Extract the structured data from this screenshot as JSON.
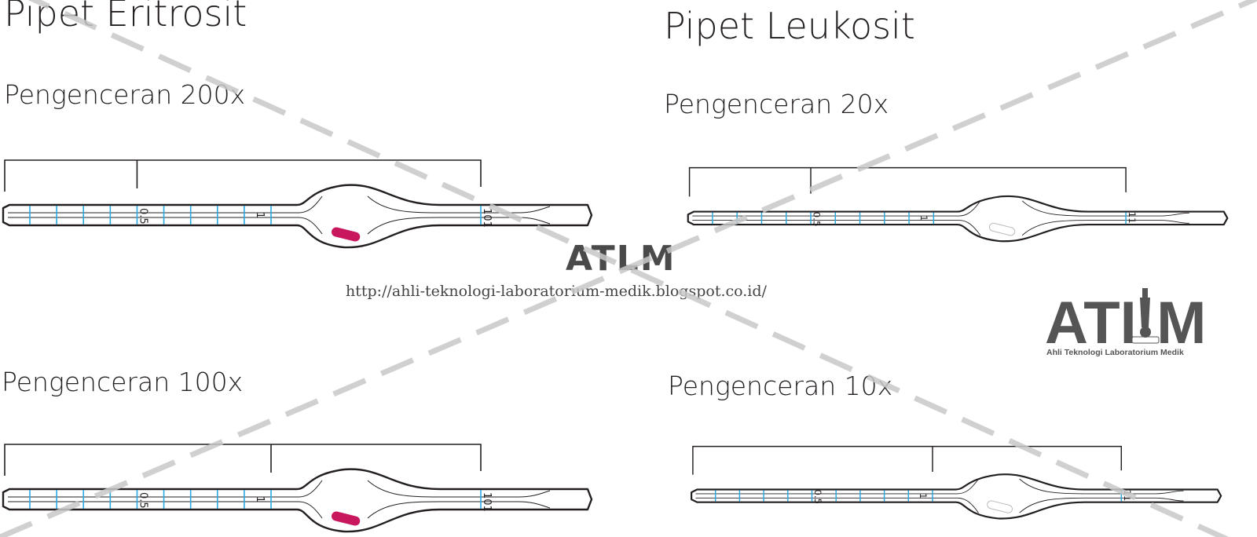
{
  "titles": {
    "eritrosit": "Pipet Eritrosit",
    "leukosit": "Pipet Leukosit"
  },
  "subtitles": {
    "d200": "Pengenceran 200x",
    "d20": "Pengenceran 20x",
    "d100": "Pengenceran 100x",
    "d10": "Pengenceran 10x"
  },
  "watermark": {
    "text": "ATLM",
    "url": "http://ahli-teknologi-laboratorium-medik.blogspot.co.id/"
  },
  "logo": {
    "mark": "ATLM",
    "tagline": "Ahli Teknologi Laboratorium Medik"
  },
  "pipettes": {
    "eritrosit": {
      "mark_half": "0.5",
      "mark_one": "1",
      "mark_top": "101",
      "bead_color": "#c8175d"
    },
    "leukosit": {
      "mark_half": "0.5",
      "mark_one": "1",
      "mark_top": "11",
      "bead_color": "#ffffff"
    }
  },
  "colors": {
    "outline": "#231f20",
    "graduation": "#29a8e0",
    "watermark_dash": "#c8c8c8"
  }
}
